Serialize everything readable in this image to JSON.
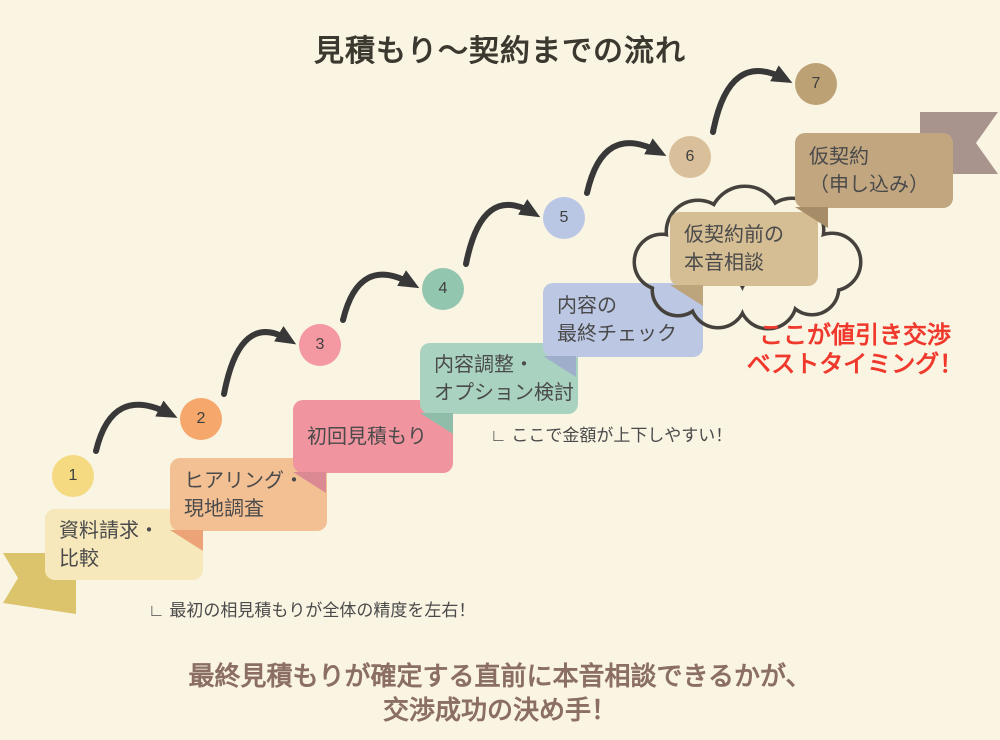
{
  "title": "見積もり〜契約までの流れ",
  "colors": {
    "background": "#FAF4E3",
    "title_text": "#3B382F",
    "box_text": "#4A4A4A",
    "circle_text": "#3F3F3F",
    "arrow": "#383838",
    "ribbon_left": "#DBC46B",
    "ribbon_right": "#A9948D",
    "cloud_outline": "#45413C",
    "callout_red": "#F0392D",
    "annotation": "#4A4A4A",
    "footer_text": "#8B6F64"
  },
  "steps": [
    {
      "number": "1",
      "label": "資料請求・\n比較",
      "circle_color": "#F5DA82",
      "box_color": "#F6E8BB",
      "fold_color": null
    },
    {
      "number": "2",
      "label": "ヒアリング・\n現地調査",
      "circle_color": "#F6A76C",
      "box_color": "#F3C094",
      "fold_color": "#EBA377"
    },
    {
      "number": "3",
      "label": "初回見積もり",
      "circle_color": "#F498A1",
      "box_color": "#F0949F",
      "fold_color": "#DB8A93"
    },
    {
      "number": "4",
      "label": "内容調整・\nオプション検討",
      "circle_color": "#93C6AF",
      "box_color": "#A9D3C0",
      "fold_color": "#8FBDA9"
    },
    {
      "number": "5",
      "label": "内容の\n最終チェック",
      "circle_color": "#BAC7E4",
      "box_color": "#BCC7E3",
      "fold_color": "#9FAECB"
    },
    {
      "number": "6",
      "label": "仮契約前の\n本音相談",
      "circle_color": "#D9C09A",
      "box_color": "#D5BD94",
      "fold_color": "#BCA47C"
    },
    {
      "number": "7",
      "label": "仮契約\n（申し込み）",
      "circle_color": "#BBA174",
      "box_color": "#C1A680",
      "fold_color": "#A68C67"
    }
  ],
  "callout": {
    "text": "ここが値引き交渉\nベストタイミング！"
  },
  "annotations": [
    {
      "text": "∟ 最初の相見積もりが全体の精度を左右！"
    },
    {
      "text": "∟ ここで金額が上下しやすい！"
    }
  ],
  "footer": {
    "text": "最終見積もりが確定する直前に本音相談できるかが、\n交渉成功の決め手！"
  }
}
